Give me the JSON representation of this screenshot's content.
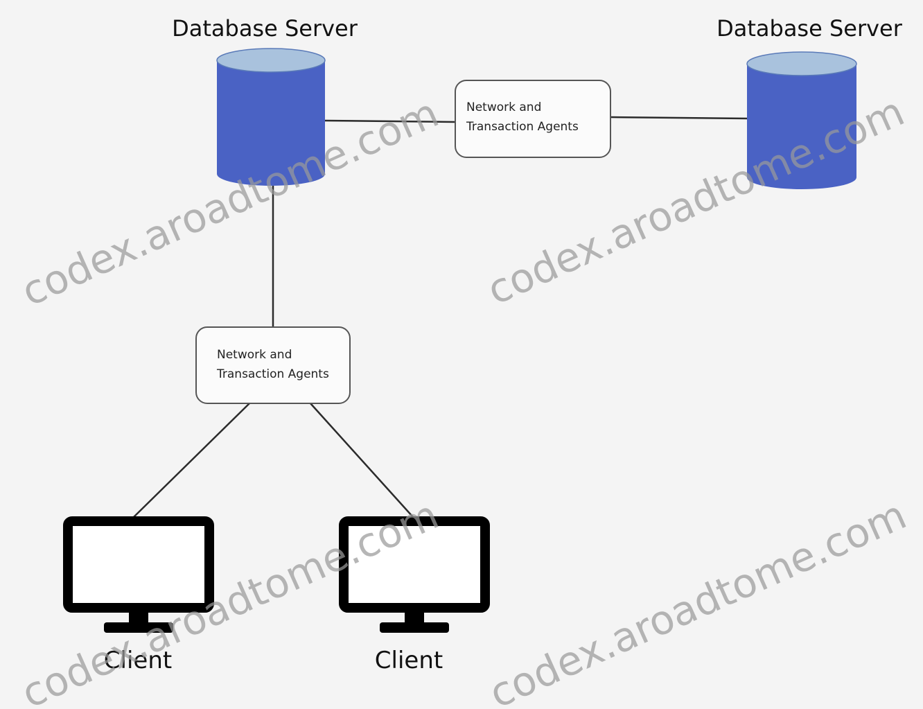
{
  "colors": {
    "background": "#f4f4f4",
    "cylinder_body": "#4a62c4",
    "cylinder_top": "#a9c2dd",
    "line": "#2b2b2b",
    "agent_border": "#555555",
    "agent_fill": "#fbfbfb",
    "monitor": "#000000",
    "watermark": "#9a9a9a"
  },
  "servers": [
    {
      "label": "Database Server"
    },
    {
      "label": "Database Server"
    }
  ],
  "agents": [
    {
      "line1": "Network and",
      "line2": "Transaction Agents"
    },
    {
      "line1": "Network and",
      "line2": "Transaction Agents"
    }
  ],
  "clients": [
    {
      "label": "Client",
      "icon": "monitor-icon"
    },
    {
      "label": "Client",
      "icon": "monitor-icon"
    }
  ],
  "watermarks": [
    "codex.aroadtome.com",
    "codex.aroadtome.com",
    "codex.aroadtome.com",
    "codex.aroadtome.com"
  ]
}
